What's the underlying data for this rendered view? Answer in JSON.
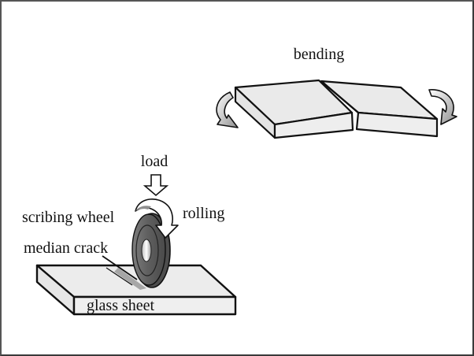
{
  "diagram": {
    "title": "",
    "labels": {
      "bending": "bending",
      "load": "load",
      "scribing_wheel": "scribing wheel",
      "rolling": "rolling",
      "median_crack": "median crack",
      "glass_sheet": "glass sheet"
    },
    "nodes": [
      {
        "id": "bending-plates",
        "label": "bending",
        "shape": "two tilted glass plates"
      },
      {
        "id": "scribing-wheel",
        "label": "scribing wheel",
        "shape": "grey disk wheel"
      },
      {
        "id": "glass-sheet",
        "label": "glass sheet",
        "shape": "flat slab"
      }
    ],
    "arrows": [
      {
        "id": "load-arrow",
        "label": "load",
        "direction": "down"
      },
      {
        "id": "rolling-arrow",
        "label": "rolling",
        "direction": "clockwise"
      },
      {
        "id": "bend-left-arrow",
        "direction": "curl-down-left"
      },
      {
        "id": "bend-right-arrow",
        "direction": "curl-down-right"
      }
    ],
    "colors": {
      "outline": "#111111",
      "plate_face": "#ececec",
      "wheel_dark": "#5a5a5a",
      "wheel_mid": "#7a7a7a",
      "arrow_fill": "#ffffff",
      "arrow_shade": "#9a9a9a"
    }
  }
}
